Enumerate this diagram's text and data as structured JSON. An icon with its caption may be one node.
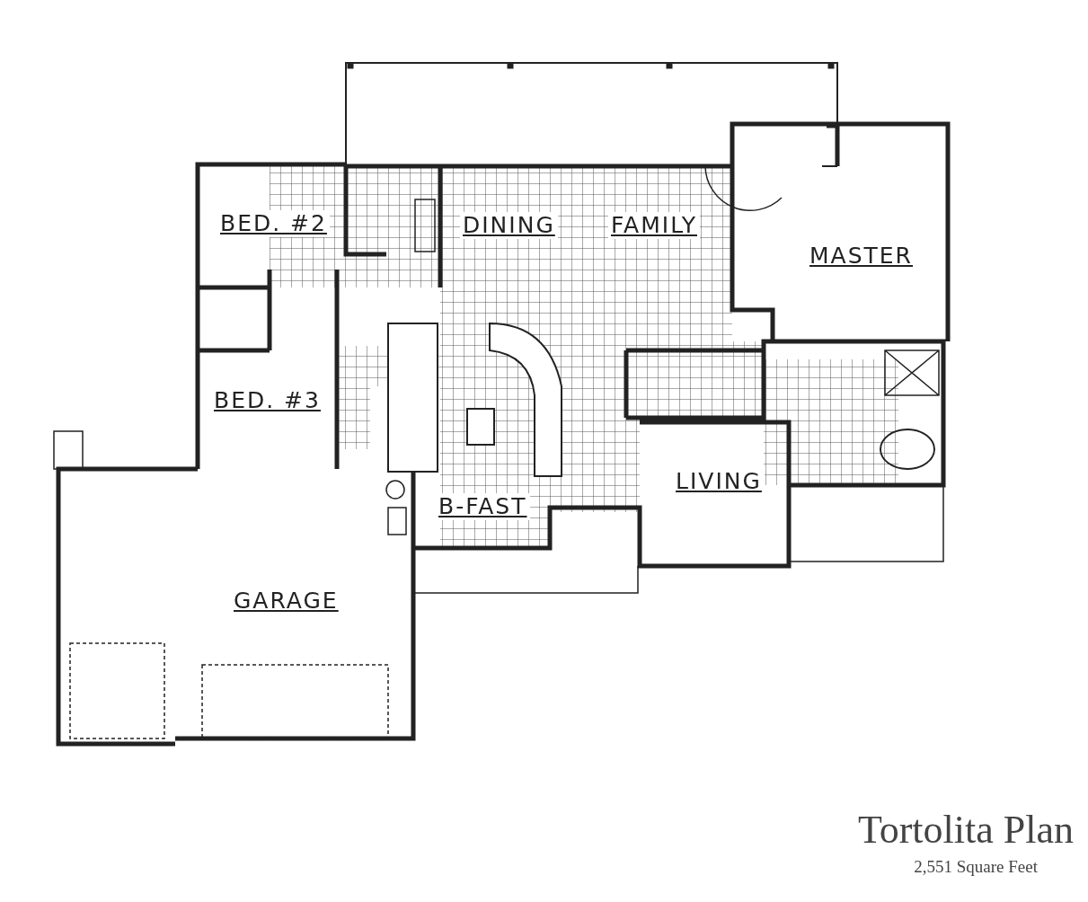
{
  "diagram": {
    "title": "Tortolita Plan",
    "caption": "2,551 Square Feet",
    "labels": [
      "BED. #2",
      "DINING",
      "FAMILY",
      "MASTER",
      "BED. #3",
      "LIVING",
      "B-FAST",
      "GARAGE"
    ]
  }
}
